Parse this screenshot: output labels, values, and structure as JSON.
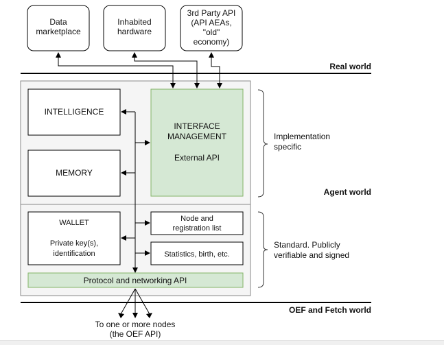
{
  "diagram": {
    "external_boxes": [
      {
        "id": "data-marketplace",
        "lines": [
          "Data",
          "marketplace"
        ]
      },
      {
        "id": "inhabited-hardware",
        "lines": [
          "Inhabited",
          "hardware"
        ]
      },
      {
        "id": "third-party-api",
        "lines": [
          "3rd Party API",
          "(API AEAs,",
          "\"old\"",
          "economy)"
        ]
      }
    ],
    "world_labels": {
      "real": "Real world",
      "agent": "Agent world",
      "oef": "OEF and Fetch world"
    },
    "components": {
      "intelligence": "INTELLIGENCE",
      "memory": "MEMORY",
      "interface_title_1": "INTERFACE",
      "interface_title_2": "MANAGEMENT",
      "interface_subtitle": "External API",
      "wallet_title": "WALLET",
      "wallet_line_1": "Private key(s),",
      "wallet_line_2": "identification",
      "node_list_1": "Node and",
      "node_list_2": "registration list",
      "statistics": "Statistics, birth, etc.",
      "protocol": "Protocol and networking API"
    },
    "brace_labels": {
      "implementation_1": "Implementation",
      "implementation_2": "specific",
      "standard_1": "Standard. Publicly",
      "standard_2": "verifiable and signed"
    },
    "bottom_caption": [
      "To one or more nodes",
      "(the OEF API)"
    ],
    "colors": {
      "green_fill": "#d5e8d4",
      "green_stroke": "#82b366",
      "container_fill": "#f5f5f5",
      "container_stroke": "#666666",
      "line": "#000000"
    }
  }
}
